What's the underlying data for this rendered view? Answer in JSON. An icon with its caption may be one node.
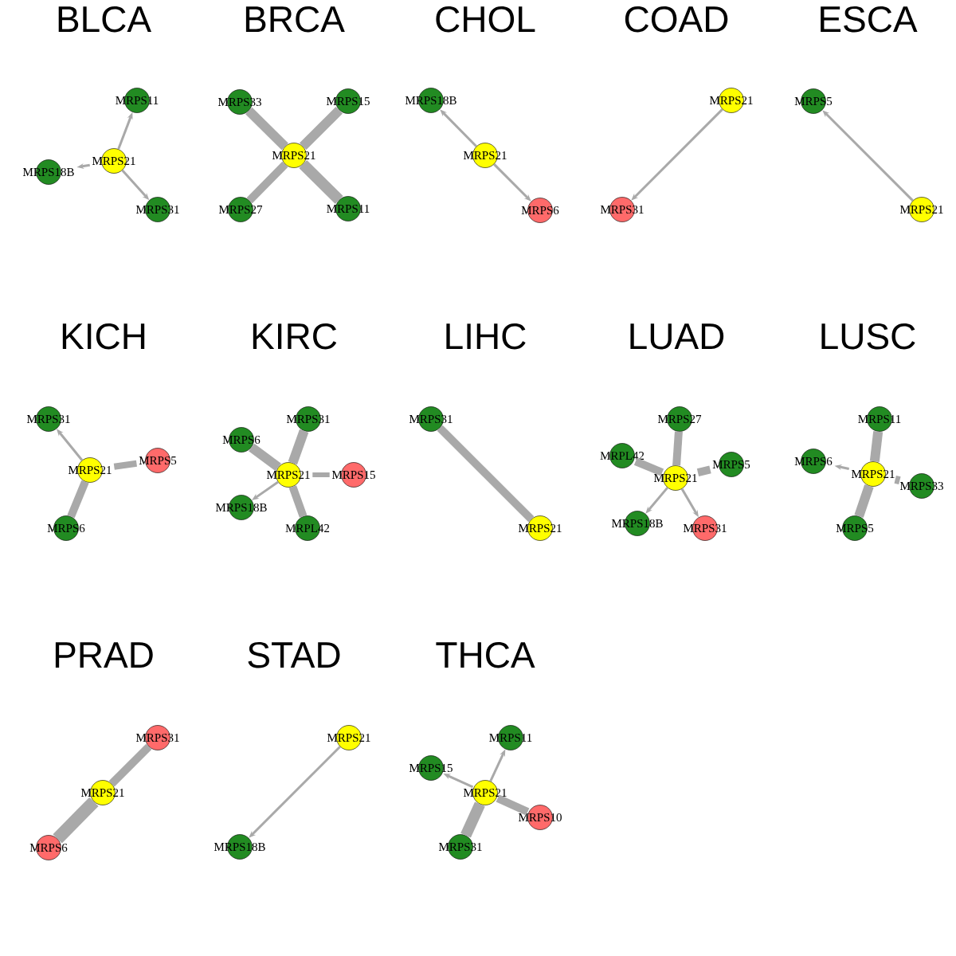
{
  "diagram": {
    "nodes": [
      {
        "text": [
          "MRPS11"
        ]
      },
      {
        "text": [
          "MRPS21"
        ]
      },
      {
        "text": [
          "MRPS18B"
        ]
      },
      {
        "text": [
          "MRPS31"
        ]
      },
      {
        "text": [
          "MRPS33"
        ]
      },
      {
        "text": [
          "MRPS15"
        ]
      },
      {
        "text": [
          "MRPS21"
        ]
      },
      {
        "text": [
          "MRPS27"
        ]
      },
      {
        "text": [
          "MRPS11"
        ]
      },
      {
        "text": [
          "MRPS18B"
        ]
      },
      {
        "text": [
          "MRPS21"
        ]
      },
      {
        "text": [
          "MRPS6"
        ]
      },
      {
        "text": [
          "MRPS21"
        ]
      },
      {
        "text": [
          "MRPS31"
        ]
      },
      {
        "text": [
          "MRPS5"
        ]
      },
      {
        "text": [
          "MRPS21"
        ]
      },
      {
        "text": [
          "MRPS31"
        ]
      },
      {
        "text": [
          "MRPS5"
        ]
      },
      {
        "text": [
          "MRPS21"
        ]
      },
      {
        "text": [
          "MRPS6"
        ]
      },
      {
        "text": [
          "MRPS31"
        ]
      },
      {
        "text": [
          "MRPS6"
        ]
      },
      {
        "text": [
          "MRPS21"
        ]
      },
      {
        "text": [
          "MRPS15"
        ]
      },
      {
        "text": [
          "MRPS18B"
        ]
      },
      {
        "text": [
          "MRPL42"
        ]
      },
      {
        "text": [
          "MRPS31"
        ]
      },
      {
        "text": [
          "MRPS21"
        ]
      },
      {
        "text": [
          "MRPS27"
        ]
      },
      {
        "text": [
          "MRPL42"
        ]
      },
      {
        "text": [
          "MRPS5"
        ]
      },
      {
        "text": [
          "MRPS21"
        ]
      },
      {
        "text": [
          "MRPS18B"
        ]
      },
      {
        "text": [
          "MRPS31"
        ]
      },
      {
        "text": [
          "MRPS11"
        ]
      },
      {
        "text": [
          "MRPS6"
        ]
      },
      {
        "text": [
          "MRPS21"
        ]
      },
      {
        "text": [
          "MRPS33"
        ]
      },
      {
        "text": [
          "MRPS5"
        ]
      },
      {
        "text": [
          "MRPS31"
        ]
      },
      {
        "text": [
          "MRPS21"
        ]
      },
      {
        "text": [
          "MRPS6"
        ]
      },
      {
        "text": [
          "MRPS21"
        ]
      },
      {
        "text": [
          "MRPS18B"
        ]
      },
      {
        "text": [
          "MRPS11"
        ]
      },
      {
        "text": [
          "MRPS15"
        ]
      },
      {
        "text": [
          "MRPS21"
        ]
      },
      {
        "text": [
          "MRPS10"
        ]
      },
      {
        "text": [
          "MRPS31"
        ]
      }
    ],
    "edges": [
      {
        "from": 1,
        "to": 0,
        "arrow": "to"
      },
      {
        "from": 1,
        "to": 2,
        "arrow": "to"
      },
      {
        "from": 1,
        "to": 3,
        "arrow": "to"
      },
      {
        "from": 6,
        "to": 4,
        "arrow": "none"
      },
      {
        "from": 6,
        "to": 5,
        "arrow": "none"
      },
      {
        "from": 6,
        "to": 7,
        "arrow": "none"
      },
      {
        "from": 6,
        "to": 8,
        "arrow": "none"
      },
      {
        "from": 10,
        "to": 9,
        "arrow": "to"
      },
      {
        "from": 10,
        "to": 11,
        "arrow": "to"
      },
      {
        "from": 12,
        "to": 13,
        "arrow": "to"
      },
      {
        "from": 15,
        "to": 14,
        "arrow": "to"
      },
      {
        "from": 18,
        "to": 16,
        "arrow": "to"
      },
      {
        "from": 18,
        "to": 17,
        "arrow": "none"
      },
      {
        "from": 18,
        "to": 19,
        "arrow": "none"
      },
      {
        "from": 22,
        "to": 20,
        "arrow": "none"
      },
      {
        "from": 22,
        "to": 21,
        "arrow": "none"
      },
      {
        "from": 22,
        "to": 23,
        "arrow": "none"
      },
      {
        "from": 22,
        "to": 24,
        "arrow": "to"
      },
      {
        "from": 22,
        "to": 25,
        "arrow": "none"
      },
      {
        "from": 27,
        "to": 26,
        "arrow": "none"
      },
      {
        "from": 31,
        "to": 28,
        "arrow": "none"
      },
      {
        "from": 31,
        "to": 29,
        "arrow": "none"
      },
      {
        "from": 31,
        "to": 30,
        "arrow": "none"
      },
      {
        "from": 31,
        "to": 32,
        "arrow": "to"
      },
      {
        "from": 31,
        "to": 33,
        "arrow": "to"
      },
      {
        "from": 36,
        "to": 34,
        "arrow": "none"
      },
      {
        "from": 36,
        "to": 35,
        "arrow": "to"
      },
      {
        "from": 36,
        "to": 37,
        "arrow": "none"
      },
      {
        "from": 36,
        "to": 38,
        "arrow": "none"
      },
      {
        "from": 40,
        "to": 39,
        "arrow": "none"
      },
      {
        "from": 40,
        "to": 41,
        "arrow": "none"
      },
      {
        "from": 42,
        "to": 43,
        "arrow": "to"
      },
      {
        "from": 46,
        "to": 44,
        "arrow": "to"
      },
      {
        "from": 46,
        "to": 45,
        "arrow": "to"
      },
      {
        "from": 46,
        "to": 47,
        "arrow": "none"
      },
      {
        "from": 46,
        "to": 48,
        "arrow": "none"
      }
    ],
    "labels": [
      "BLCA",
      "BRCA",
      "CHOL",
      "COAD",
      "ESCA",
      "KICH",
      "KIRC",
      "LIHC",
      "LUAD",
      "LUSC",
      "PRAD",
      "STAD",
      "THCA"
    ]
  }
}
